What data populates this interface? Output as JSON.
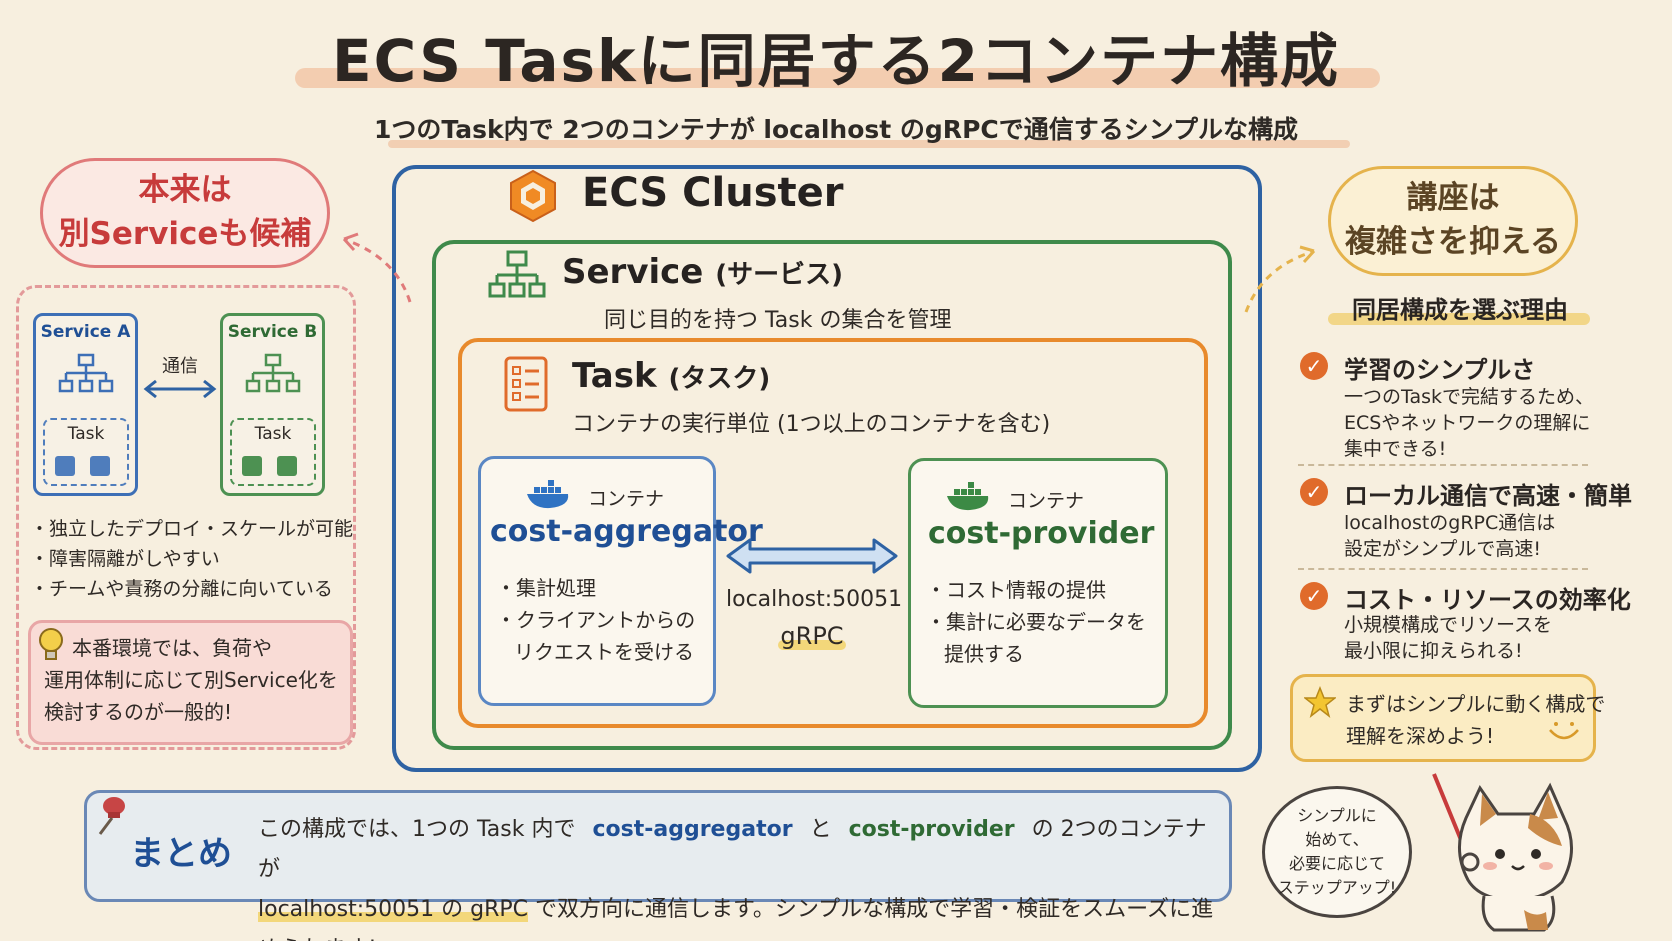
{
  "title": "ECS Taskに同居する2コンテナ構成",
  "subtitle": "1つのTask内で 2つのコンテナが localhost のgRPCで通信するシンプルな構成",
  "cluster": {
    "label": "ECS Cluster"
  },
  "service": {
    "label": "Service",
    "label_sub": "(サービス)",
    "desc": "同じ目的を持つ Task の集合を管理"
  },
  "task": {
    "label": "Task",
    "label_sub": "(タスク)",
    "desc": "コンテナの実行単位 (1つ以上のコンテナを含む)"
  },
  "containers": [
    {
      "tag": "コンテナ",
      "name": "cost-aggregator",
      "bullets": [
        "・集計処理",
        "・クライアントからの",
        "リクエストを受ける"
      ]
    },
    {
      "tag": "コンテナ",
      "name": "cost-provider",
      "bullets": [
        "・コスト情報の提供",
        "・集計に必要なデータを",
        "提供する"
      ]
    }
  ],
  "link": {
    "endpoint": "localhost:50051",
    "protocol": "gRPC"
  },
  "left": {
    "cloud": [
      "本来は",
      "別Serviceも候補"
    ],
    "service_a": "Service A",
    "service_b": "Service B",
    "comm": "通信",
    "task_a": "Task",
    "task_b": "Task",
    "bullets": [
      "・独立したデプロイ・スケールが可能",
      "・障害隔離がしやすい",
      "・チームや責務の分離に向いている"
    ],
    "note": [
      "本番環境では、負荷や",
      "運用体制に応じて別Service化を",
      "検討するのが一般的!"
    ]
  },
  "right": {
    "cloud": [
      "講座は",
      "複雑さを抑える"
    ],
    "reasons_title": "同居構成を選ぶ理由",
    "reasons": [
      {
        "heading": "学習のシンプルさ",
        "body": [
          "一つのTaskで完結するため、",
          "ECSやネットワークの理解に",
          "集中できる!"
        ]
      },
      {
        "heading": "ローカル通信で高速・簡単",
        "body": [
          "localhostのgRPC通信は",
          "設定がシンプルで高速!"
        ]
      },
      {
        "heading": "コスト・リソースの効率化",
        "body": [
          "小規模構成でリソースを",
          "最小限に抑えられる!"
        ]
      }
    ],
    "star_note": [
      "まずはシンプルに動く構成で",
      "理解を深めよう!"
    ]
  },
  "summary": {
    "title": "まとめ",
    "line1_a": "この構成では、1つの Task 内で",
    "line1_b": "cost-aggregator",
    "line1_c": "と",
    "line1_d": "cost-provider",
    "line1_e": "の 2つのコンテナが",
    "line2_a": "localhost:50051 の gRPC",
    "line2_b": "で双方向に通信します。シンプルな構成で学習・検証をスムーズに進められます!"
  },
  "bubble": [
    "シンプルに",
    "始めて、",
    "必要に応じて",
    "ステップアップ!"
  ],
  "colors": {
    "cluster": "#2e62a3",
    "service": "#3f8a4b",
    "task": "#e88a2c",
    "accent": "#e06b2b"
  }
}
